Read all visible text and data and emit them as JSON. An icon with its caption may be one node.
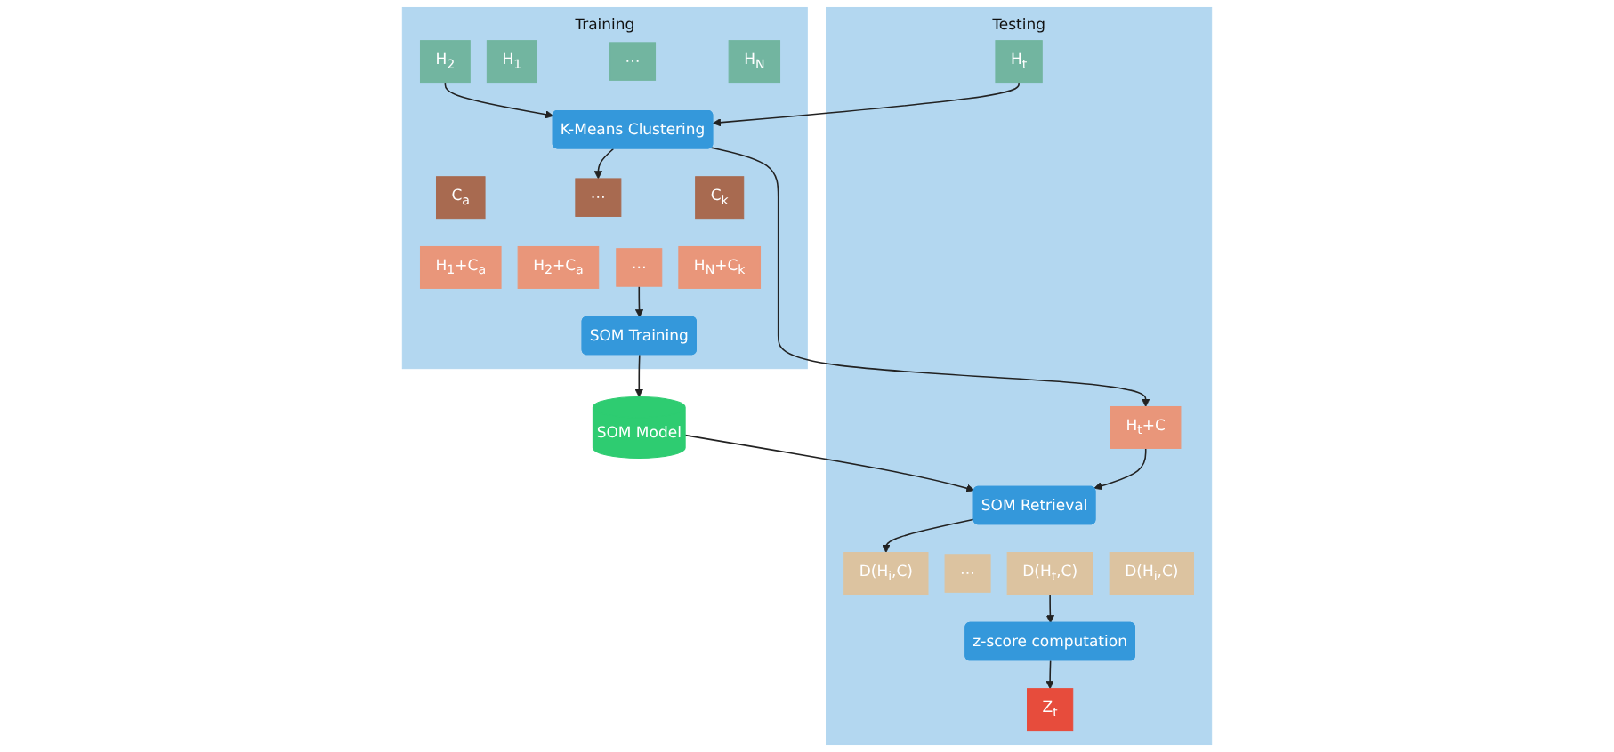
{
  "diagram": {
    "nodes": [
      {
        "text": [
          "Training"
        ]
      },
      {
        "text": [
          "H$_{1}$"
        ],
        "in": 0
      },
      {
        "text": [
          "H$_{2}$"
        ],
        "in": 0
      },
      {
        "text": [
          "⋯"
        ],
        "in": 0
      },
      {
        "text": [
          "H$_{N}$"
        ],
        "in": 0
      },
      {
        "text": [
          "K-Means Clustering"
        ],
        "in": 0
      },
      {
        "text": [
          "C$_{a}$"
        ],
        "in": 0
      },
      {
        "text": [
          "⋯"
        ],
        "in": 0
      },
      {
        "text": [
          "C$_{k}$"
        ],
        "in": 0
      },
      {
        "text": [
          "H$_{1}$+C$_{a}$"
        ],
        "in": 0
      },
      {
        "text": [
          "H$_{2}$+C$_{a}$"
        ],
        "in": 0
      },
      {
        "text": [
          "⋯"
        ],
        "in": 0
      },
      {
        "text": [
          "H$_{N}$+C$_{k}$"
        ],
        "in": 0
      },
      {
        "text": [
          "SOM Training"
        ],
        "in": 0
      },
      {
        "text": [
          "SOM Model"
        ]
      },
      {
        "text": [
          "Testing"
        ]
      },
      {
        "text": [
          "H$_{t}$"
        ],
        "in": 15
      },
      {
        "text": [
          "H$_{t}$+C"
        ],
        "in": 15
      },
      {
        "text": [
          "SOM Retrieval"
        ],
        "in": 15
      },
      {
        "text": [
          "z-score computation"
        ],
        "in": 15
      },
      {
        "text": [
          "D(H$_{i}$,C)"
        ],
        "in": 15
      },
      {
        "text": [
          "⋯"
        ],
        "in": 15
      },
      {
        "text": [
          "D(H$_{t}$,C)"
        ],
        "in": 15
      },
      {
        "text": [
          "D(H$_{i}$,C)"
        ],
        "in": 15
      },
      {
        "text": [
          "Z$_{t}$"
        ],
        "in": 15
      }
    ],
    "edges": [
      {
        "from": 2,
        "to": 5,
        "arrow": "to"
      },
      {
        "from": 16,
        "to": 5,
        "arrow": "to"
      },
      {
        "from": 5,
        "to": 17,
        "arrow": "to"
      },
      {
        "from": 5,
        "to": 7,
        "arrow": "to"
      },
      {
        "from": 11,
        "to": 13,
        "arrow": "to"
      },
      {
        "from": 13,
        "to": 14,
        "arrow": "to"
      },
      {
        "from": 14,
        "to": 18,
        "arrow": "to"
      },
      {
        "from": 17,
        "to": 18,
        "arrow": "to"
      },
      {
        "from": 18,
        "to": 20,
        "arrow": "to"
      },
      {
        "from": 22,
        "to": 19,
        "arrow": "to"
      },
      {
        "from": 19,
        "to": 24,
        "arrow": "to"
      }
    ]
  }
}
